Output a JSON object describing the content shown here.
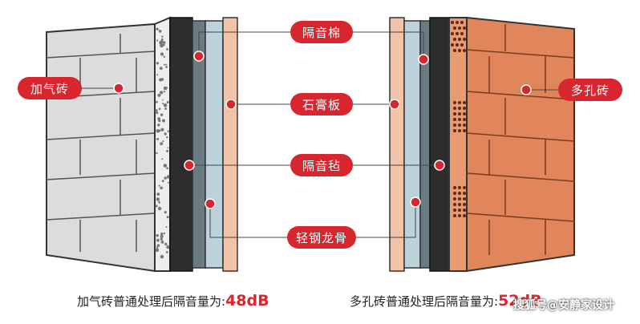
{
  "labels": {
    "sound_insulation_cotton": "隔音棉",
    "gypsum_board": "石膏板",
    "sound_felt": "隔音毡",
    "light_steel_keel": "轻钢龙骨",
    "aerated_brick": "加气砖",
    "porous_brick": "多孔砖"
  },
  "captions": {
    "left_text": "加气砖普通处理后隔音量为:",
    "left_value": "48dB",
    "right_text": "多孔砖普通处理后隔音量为:",
    "right_value": "52dB"
  },
  "watermark": "搜狐号@安静家设计",
  "colors": {
    "accent": "#d8262f",
    "aerated_brick": "#dcdcdc",
    "porous_brick": "#e0865a",
    "gypsum": "#f2c3a6",
    "insulation": "#bcd3dc",
    "felt": "#2d2d2d"
  }
}
